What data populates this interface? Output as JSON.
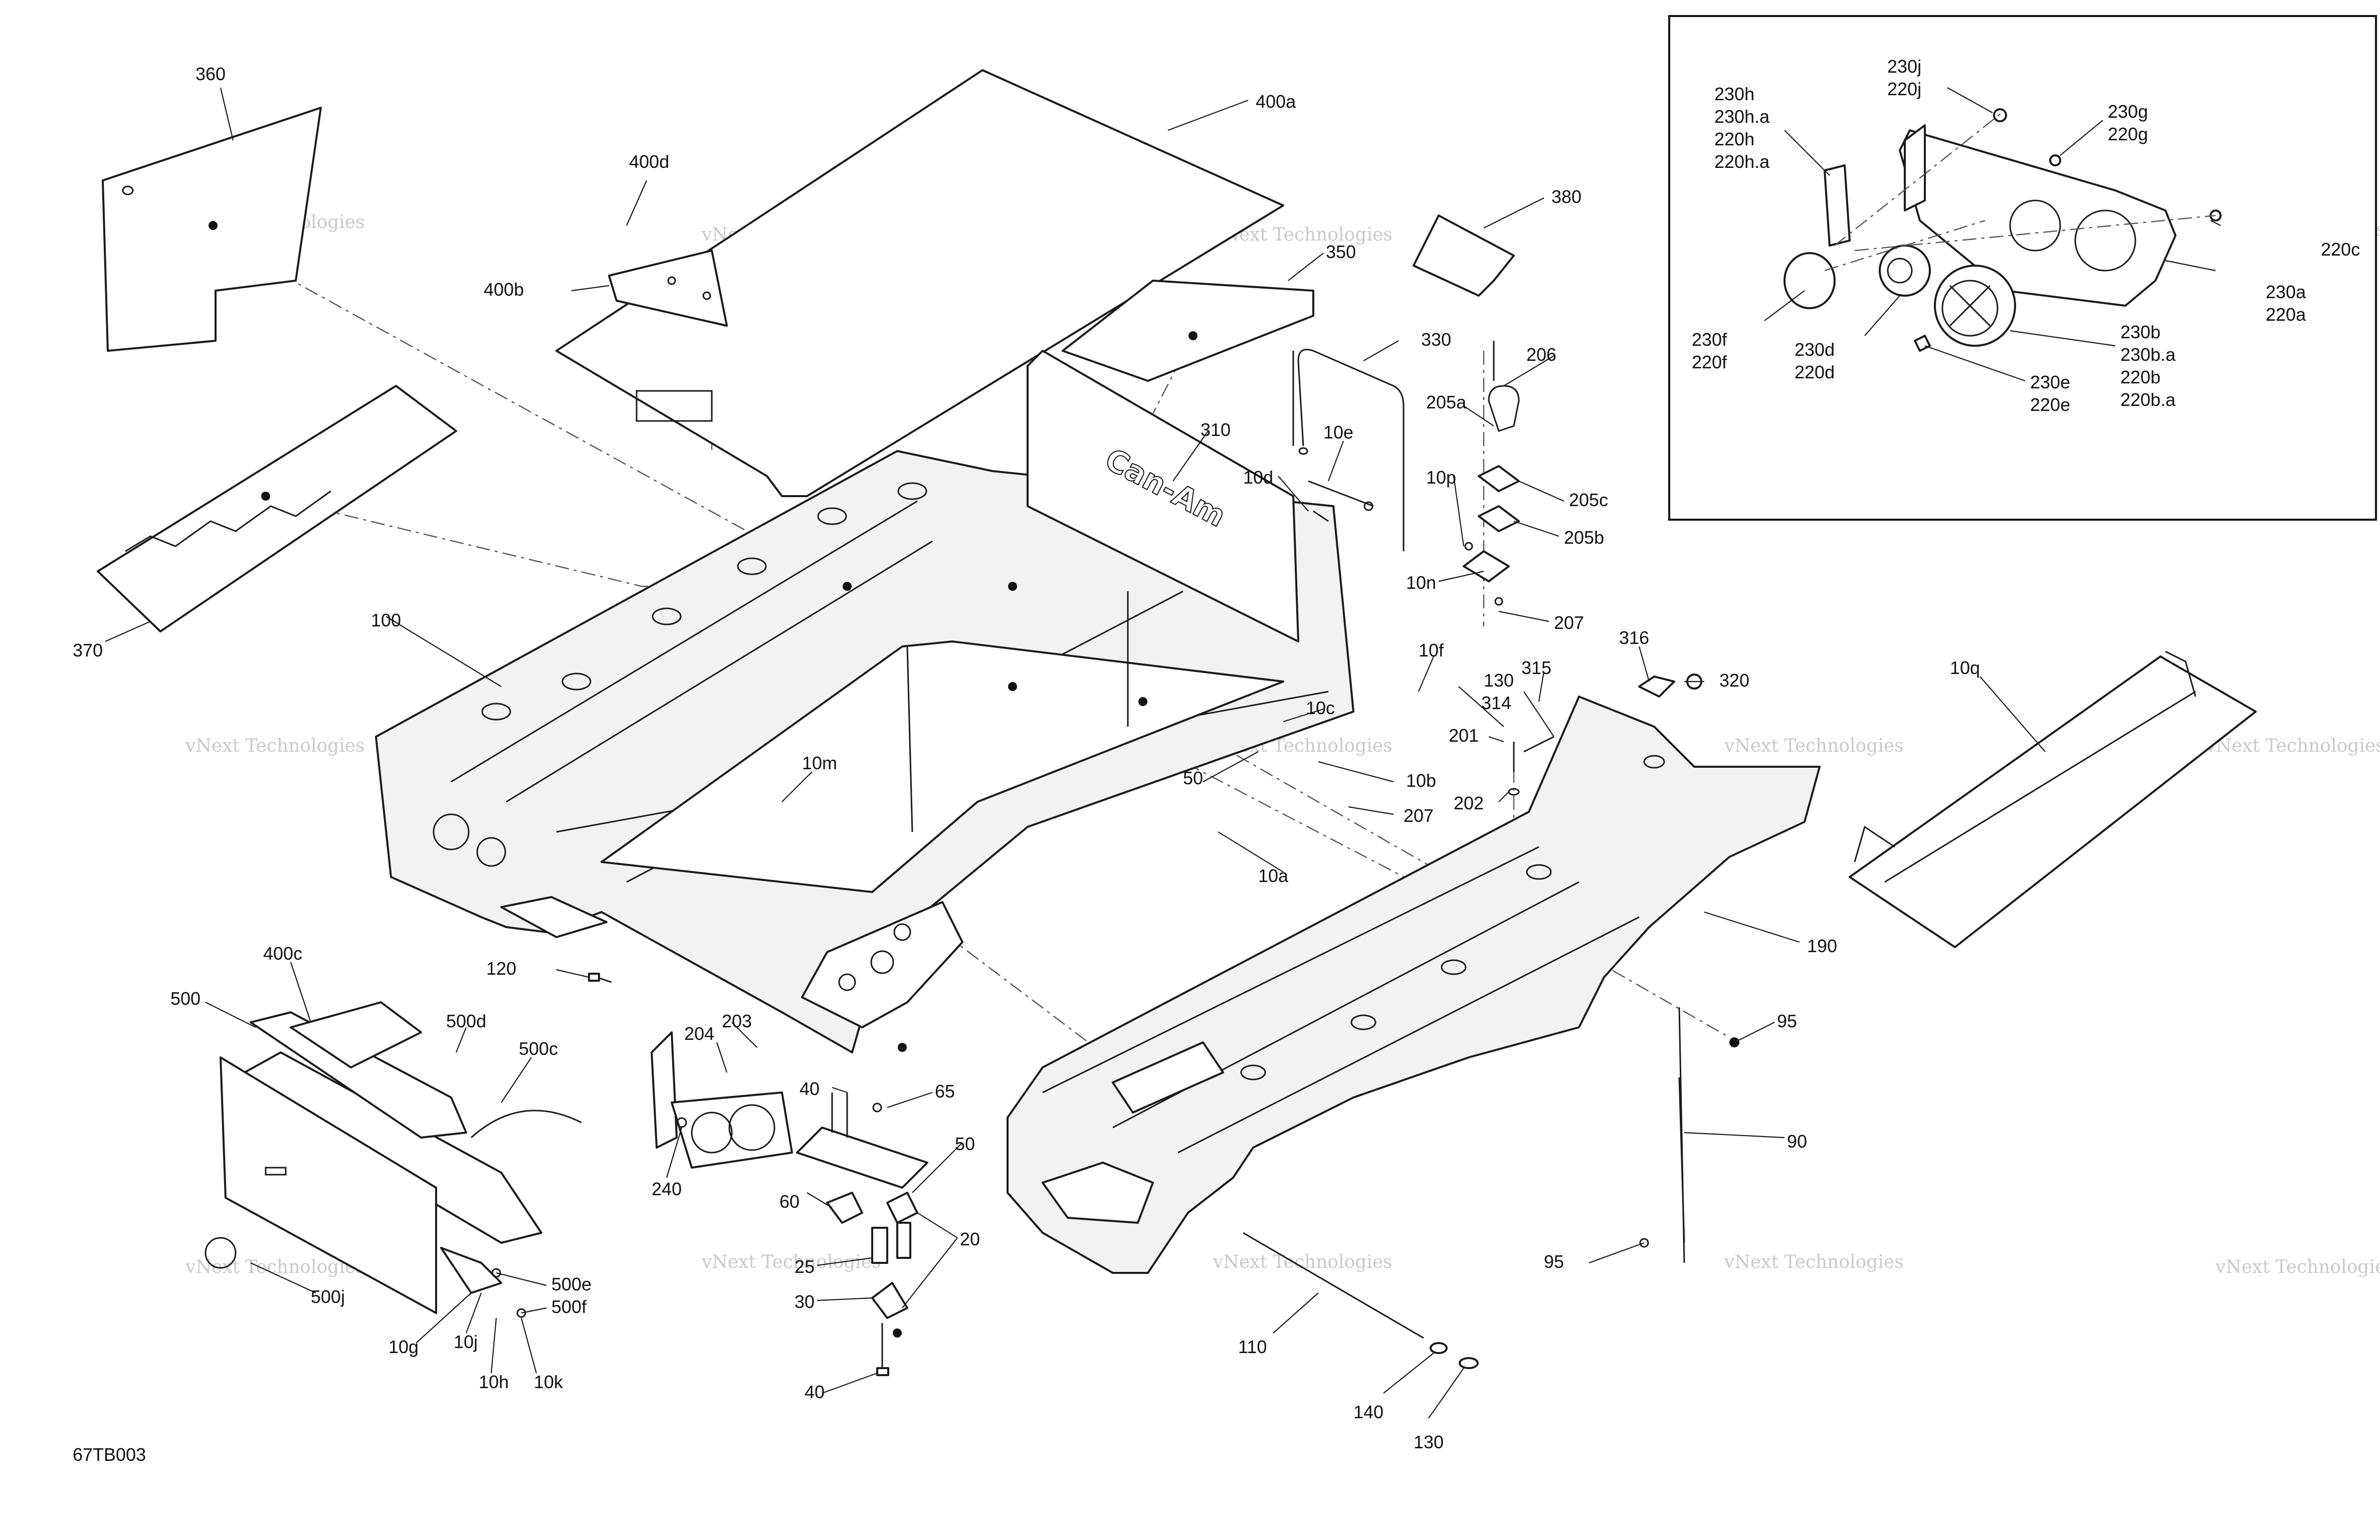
{
  "figure_id": "67TB003",
  "watermark": "vNext Technologies",
  "callouts": {
    "c360": "360",
    "c400a": "400a",
    "c400d": "400d",
    "c400b": "400b",
    "c350": "350",
    "c380": "380",
    "c330": "330",
    "c206": "206",
    "c205a": "205a",
    "c10e": "10e",
    "c310": "310",
    "c10d": "10d",
    "c10p": "10p",
    "c205c": "205c",
    "c205b": "205b",
    "c10n": "10n",
    "c207a": "207",
    "c370": "370",
    "c100": "100",
    "c10f": "10f",
    "c316": "316",
    "c320": "320",
    "c130a": "130",
    "c315": "315",
    "c314": "314",
    "c10c": "10c",
    "c201": "201",
    "c10q": "10q",
    "c10m": "10m",
    "c50a": "50",
    "c10b": "10b",
    "c202": "202",
    "c207b": "207",
    "c10a": "10a",
    "c190": "190",
    "c120": "120",
    "c400c": "400c",
    "c500": "500",
    "c500d": "500d",
    "c500c": "500c",
    "c203": "203",
    "c204": "204",
    "c95a": "95",
    "c40a": "40",
    "c65": "65",
    "c90": "90",
    "c240": "240",
    "c50b": "50",
    "c60": "60",
    "c20": "20",
    "c25": "25",
    "c30": "30",
    "c40b": "40",
    "c500e": "500e",
    "c500f": "500f",
    "c500j": "500j",
    "c10g": "10g",
    "c10j": "10j",
    "c10h": "10h",
    "c10k": "10k",
    "c95b": "95",
    "c110": "110",
    "c140": "140",
    "c130b": "130"
  },
  "inset": {
    "c230j": "230j",
    "c220j": "220j",
    "c230h": "230h",
    "c230ha": "230h.a",
    "c220h": "220h",
    "c220ha": "220h.a",
    "c230g": "230g",
    "c220g": "220g",
    "c220c": "220c",
    "c230a": "230a",
    "c220a": "220a",
    "c230f": "230f",
    "c220f": "220f",
    "c230d": "230d",
    "c220d": "220d",
    "c230b": "230b",
    "c230ba": "230b.a",
    "c220b": "220b",
    "c220ba": "220b.a",
    "c230e": "230e",
    "c220e": "220e"
  }
}
